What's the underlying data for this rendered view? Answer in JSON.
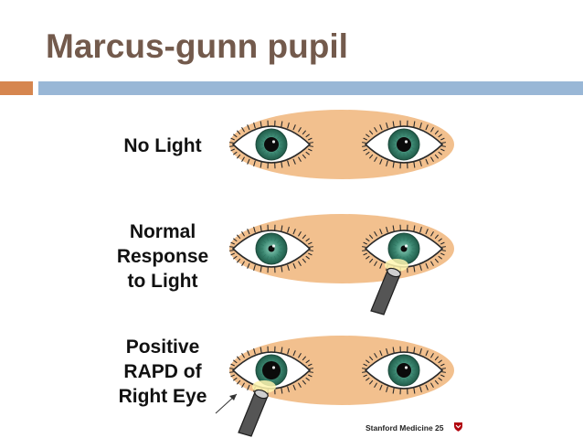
{
  "title": "Marcus-gunn pupil",
  "colors": {
    "title": "#735a4c",
    "accent_orange": "#d6864f",
    "accent_blue": "#99b7d6",
    "face_skin": "#f2c08e",
    "iris_green": "#3e8a74",
    "pupil": "#0b0b0b",
    "flashlight": "#555555",
    "logo_red": "#b1040e"
  },
  "rows": [
    {
      "label_lines": [
        "No Light"
      ],
      "eyes": [
        {
          "side": "right-eye",
          "pupil_size": "medium"
        },
        {
          "side": "left-eye",
          "pupil_size": "medium"
        }
      ],
      "light_on": "none"
    },
    {
      "label_lines": [
        "Normal",
        "Response",
        "to Light"
      ],
      "eyes": [
        {
          "side": "right-eye",
          "pupil_size": "small"
        },
        {
          "side": "left-eye",
          "pupil_size": "small"
        }
      ],
      "light_on": "left-eye"
    },
    {
      "label_lines": [
        "Positive",
        "RAPD of",
        "Right Eye"
      ],
      "eyes": [
        {
          "side": "right-eye",
          "pupil_size": "large"
        },
        {
          "side": "left-eye",
          "pupil_size": "medium"
        }
      ],
      "light_on": "right-eye"
    }
  ],
  "credit": {
    "text": "Stanford Medicine 25",
    "logo_icon": "stanford-shield-icon"
  }
}
